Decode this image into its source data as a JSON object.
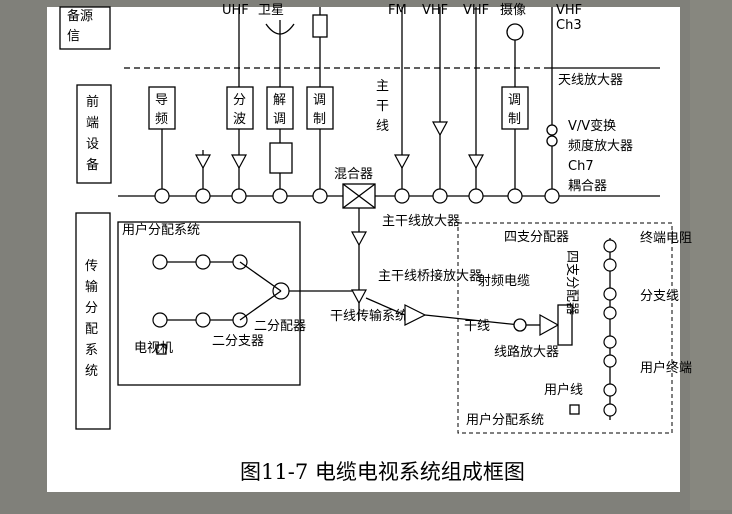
{
  "groups": {
    "source": "备源信",
    "frontend": "前端设备",
    "distribution": "传输分配系统"
  },
  "antennas": [
    "UHF",
    "卫星",
    "FM",
    "VHF",
    "VHF",
    "摄像",
    "VHF",
    "Ch3"
  ],
  "labels": {
    "antenna_amp": "天线放大器",
    "trunk": "主干线",
    "vv_converter": "V/V变换",
    "freq_amp": "频度放大器",
    "ch7": "Ch7",
    "coupler": "耦合器",
    "mixer": "混合器",
    "trunk_amp": "主干线放大器",
    "bridge_amp": "主干线桥接放大器",
    "rf_cable": "射频电缆",
    "branch_trunk": "干线",
    "trunk_transmission": "干线传输系统",
    "line_amp": "线路放大器",
    "four_way_splitter": "四支分配器",
    "four_way_splitter_v": "四支分配器",
    "terminal_resistor": "终端电阻",
    "splitter_line": "分支线",
    "user_terminal": "用户终端",
    "user_line": "用户线",
    "user_dist_system": "用户分配系统",
    "user_dist_left": "用户分配系统",
    "tv": "电视机",
    "two_way_tap": "二分支器",
    "two_way_splitter": "二分配器"
  },
  "modules": [
    "导频",
    "分波",
    "解调",
    "调制",
    "调制"
  ],
  "caption": "图11-7 电缆电视系统组成框图"
}
